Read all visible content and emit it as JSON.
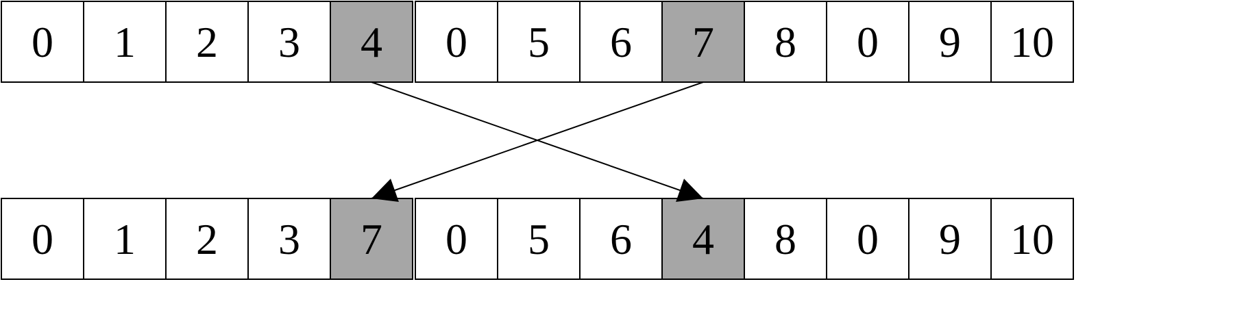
{
  "rows": [
    {
      "id": "before",
      "cells": [
        {
          "value": "0",
          "highlighted": false
        },
        {
          "value": "1",
          "highlighted": false
        },
        {
          "value": "2",
          "highlighted": false
        },
        {
          "value": "3",
          "highlighted": false
        },
        {
          "value": "4",
          "highlighted": true
        },
        {
          "value": "0",
          "highlighted": false
        },
        {
          "value": "5",
          "highlighted": false
        },
        {
          "value": "6",
          "highlighted": false
        },
        {
          "value": "7",
          "highlighted": true
        },
        {
          "value": "8",
          "highlighted": false
        },
        {
          "value": "0",
          "highlighted": false
        },
        {
          "value": "9",
          "highlighted": false
        },
        {
          "value": "10",
          "highlighted": false
        }
      ]
    },
    {
      "id": "after",
      "cells": [
        {
          "value": "0",
          "highlighted": false
        },
        {
          "value": "1",
          "highlighted": false
        },
        {
          "value": "2",
          "highlighted": false
        },
        {
          "value": "3",
          "highlighted": false
        },
        {
          "value": "7",
          "highlighted": true
        },
        {
          "value": "0",
          "highlighted": false
        },
        {
          "value": "5",
          "highlighted": false
        },
        {
          "value": "6",
          "highlighted": false
        },
        {
          "value": "4",
          "highlighted": true
        },
        {
          "value": "8",
          "highlighted": false
        },
        {
          "value": "0",
          "highlighted": false
        },
        {
          "value": "9",
          "highlighted": false
        },
        {
          "value": "10",
          "highlighted": false
        }
      ]
    }
  ],
  "arrows": [
    {
      "from_row": 0,
      "from_cell": 4,
      "to_row": 1,
      "to_cell": 8
    },
    {
      "from_row": 0,
      "from_cell": 8,
      "to_row": 1,
      "to_cell": 4
    }
  ],
  "colors": {
    "highlight": "#a6a6a6",
    "cell": "#ffffff",
    "border": "#000000",
    "arrow": "#000000"
  }
}
